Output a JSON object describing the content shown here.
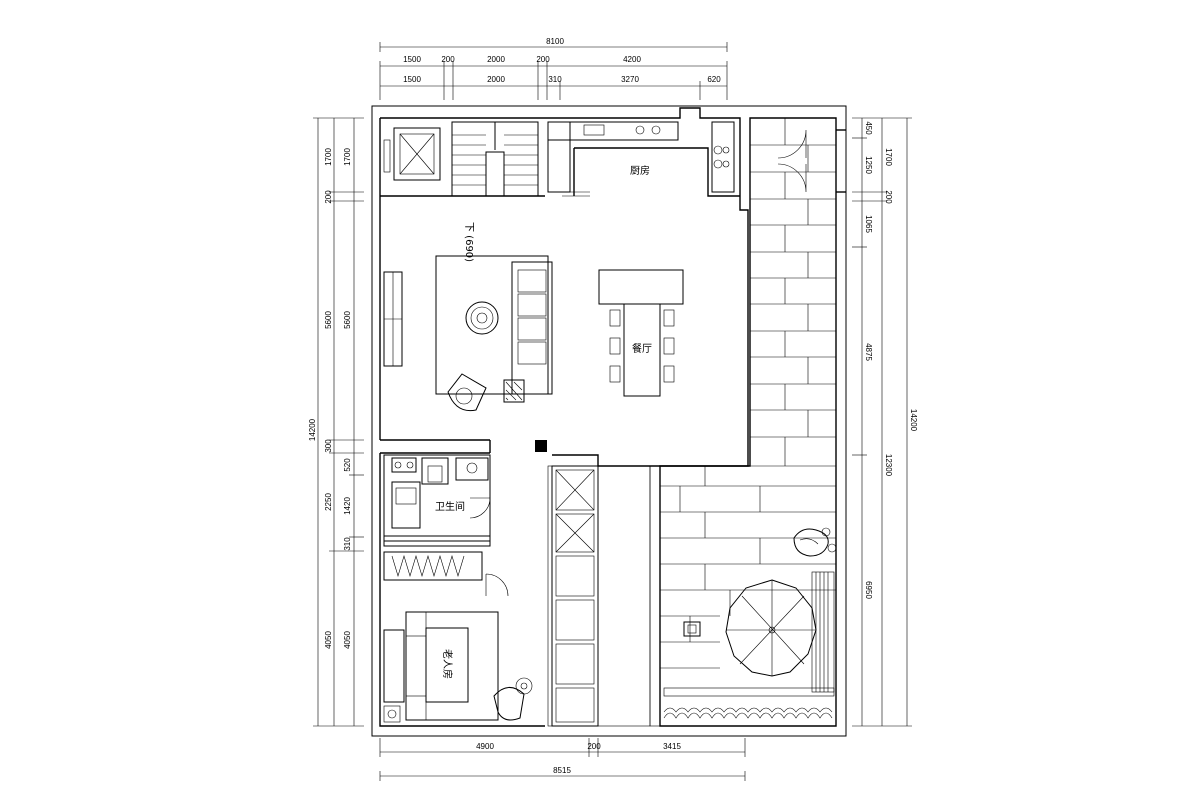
{
  "rooms": {
    "kitchen": "厨房",
    "dining": "餐厅",
    "bathroom": "卫生间",
    "elder_room": "老人房",
    "stair_note": "下 (690)"
  },
  "dims_top_total": "8100",
  "dims_top_row1": [
    "1500",
    "200",
    "2000",
    "200",
    "4200"
  ],
  "dims_top_row2": [
    "1500",
    "2000",
    "310",
    "3270",
    "620"
  ],
  "dims_bottom_row1": [
    "4900",
    "200",
    "3415"
  ],
  "dims_bottom_total": "8515",
  "dims_left_outer": [
    "1700",
    "200",
    "5600",
    "300",
    "2250",
    "4050"
  ],
  "dims_left_inner": [
    "1700",
    "5600",
    "520",
    "1420",
    "310",
    "4050"
  ],
  "dims_left_total": "14200",
  "dims_right_inner": [
    "450",
    "1250",
    "1065",
    "4875",
    "6950"
  ],
  "dims_right_mid": [
    "1700",
    "200",
    "12300"
  ],
  "dims_right_total": "14200"
}
